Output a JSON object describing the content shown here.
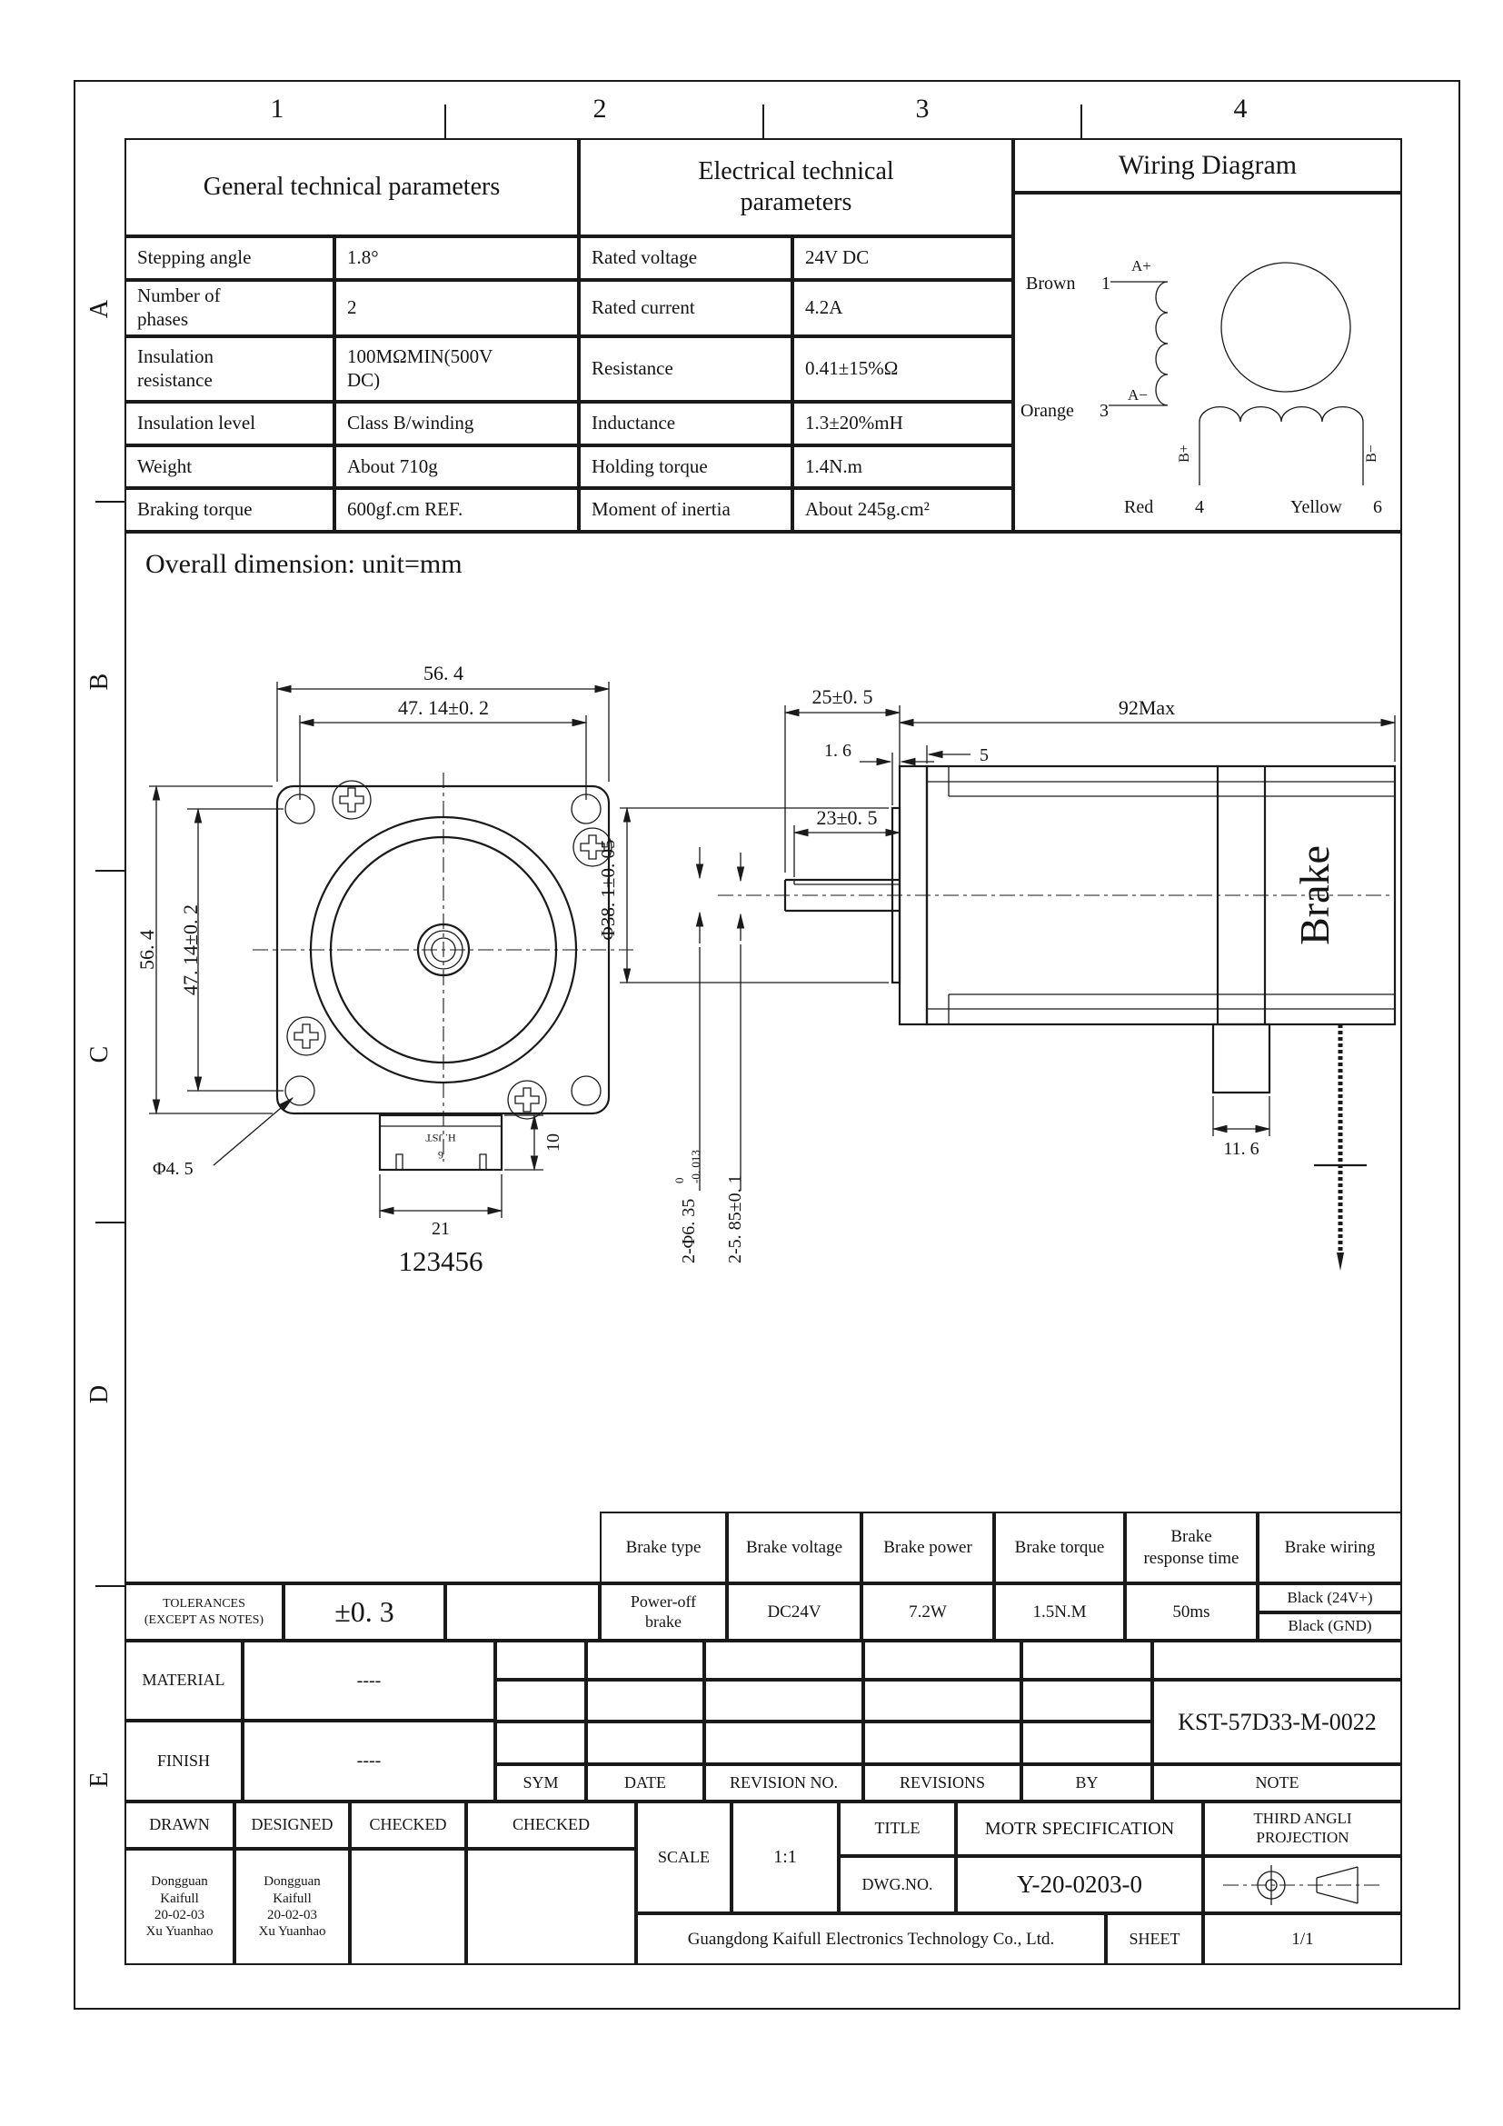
{
  "frame": {
    "columns": [
      "1",
      "2",
      "3",
      "4"
    ],
    "rows": [
      "A",
      "B",
      "C",
      "D",
      "E"
    ]
  },
  "general": {
    "title": "General technical parameters",
    "rows": [
      {
        "label": "Stepping angle",
        "value": "1.8°"
      },
      {
        "label": "Number of phases",
        "value": "2"
      },
      {
        "label": "Insulation resistance",
        "value": "100MΩMIN(500V DC)"
      },
      {
        "label": "Insulation level",
        "value": "Class B/winding"
      },
      {
        "label": "Weight",
        "value": "About 710g"
      },
      {
        "label": "Braking torque",
        "value": "600gf.cm REF."
      }
    ]
  },
  "electrical": {
    "title": "Electrical technical parameters",
    "rows": [
      {
        "label": "Rated voltage",
        "value": "24V DC"
      },
      {
        "label": "Rated current",
        "value": "4.2A"
      },
      {
        "label": "Resistance",
        "value": "0.41±15%Ω"
      },
      {
        "label": "Inductance",
        "value": "1.3±20%mH"
      },
      {
        "label": "Holding torque",
        "value": "1.4N.m"
      },
      {
        "label": "Moment of inertia",
        "value": "About 245g.cm²"
      }
    ]
  },
  "wiring": {
    "title": "Wiring Diagram",
    "brown": "Brown",
    "n1": "1",
    "a_plus": "A+",
    "orange": "Orange",
    "n3": "3",
    "a_minus": "A−",
    "b_plus": "B+",
    "b_minus": "B−",
    "red": "Red",
    "n4": "4",
    "yellow": "Yellow",
    "n6": "6"
  },
  "overall": {
    "title": "Overall dimension: unit=mm"
  },
  "front": {
    "dim_56_top": "56. 4",
    "dim_47_top": "47. 14±0. 2",
    "dim_56_left": "56. 4",
    "dim_47_left": "47. 14±0. 2",
    "dim_hole": "Φ4. 5",
    "dim_21": "21",
    "dim_10": "10",
    "caption": "123456",
    "conn_line1": "H. JST",
    "conn_line2": "6"
  },
  "side": {
    "dim_25": "25±0. 5",
    "dim_16": "1. 6",
    "dim_5": "5",
    "dim_92": "92Max",
    "dim_23": "23±0. 5",
    "dim_shaft_dia": "Φ38. 1±0. 05",
    "dim_635": "2-Φ6. 35",
    "dim_635_sup": "0",
    "dim_635_sub": "-0. 013",
    "dim_585": "2-5. 85±0. 1",
    "dim_116": "11. 6",
    "brake_label": "Brake"
  },
  "brake": {
    "headers": [
      "Brake type",
      "Brake voltage",
      "Brake power",
      "Brake torque",
      "Brake response time",
      "Brake wiring"
    ],
    "type": "Power-off brake",
    "voltage": "DC24V",
    "power": "7.2W",
    "torque": "1.5N.M",
    "response": "50ms",
    "wiring_top": "Black (24V+)",
    "wiring_bottom": "Black (GND)"
  },
  "titleblock": {
    "tol_label1": "TOLERANCES",
    "tol_label2": "(EXCEPT AS NOTES)",
    "tol_value": "±0. 3",
    "material_label": "MATERIAL",
    "material_value": "----",
    "finish_label": "FINISH",
    "finish_value": "----",
    "part_no": "KST-57D33-M-0022",
    "sym": "SYM",
    "date": "DATE",
    "rev_no": "REVISION NO.",
    "revisions": "REVISIONS",
    "by": "BY",
    "note": "NOTE",
    "drawn": "DRAWN",
    "designed": "DESIGNED",
    "checked1": "CHECKED",
    "checked2": "CHECKED",
    "drawn_name": [
      "Dongguan",
      "Kaifull",
      "20-02-03",
      "Xu Yuanhao"
    ],
    "designed_name": [
      "Dongguan",
      "Kaifull",
      "20-02-03",
      "Xu Yuanhao"
    ],
    "scale_label": "SCALE",
    "scale_value": "1:1",
    "title_label": "TITLE",
    "title_value": "MOTR SPECIFICATION",
    "proj_label1": "THIRD ANGLI",
    "proj_label2": "PROJECTION",
    "dwg_label": "DWG.NO.",
    "dwg_value": "Y-20-0203-0",
    "company": "Guangdong Kaifull Electronics Technology Co., Ltd.",
    "sheet_label": "SHEET",
    "sheet_value": "1/1"
  }
}
